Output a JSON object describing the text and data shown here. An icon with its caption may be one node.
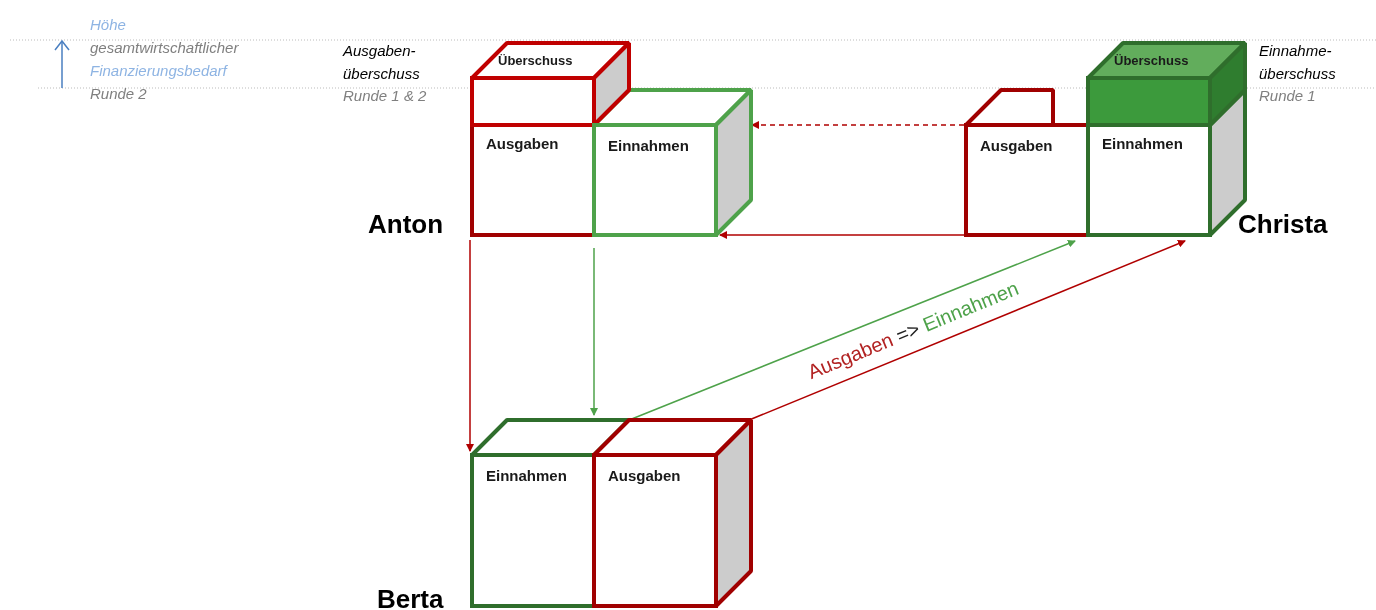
{
  "diagram": {
    "nodes": [
      {
        "text": [
          "Überschuss"
        ]
      },
      {
        "text": [
          "Ausgaben"
        ]
      },
      {
        "text": [
          "Einnahmen"
        ]
      },
      {
        "text": [
          "Ausgaben"
        ]
      },
      {
        "text": [
          "Überschuss"
        ]
      },
      {
        "text": [
          "Einnahmen"
        ]
      },
      {
        "text": [
          "Einnahmen"
        ]
      },
      {
        "text": [
          "Ausgaben"
        ]
      }
    ],
    "edges": [
      {
        "from": 3,
        "to": 2,
        "arrow": "to",
        "style": "dashed"
      },
      {
        "from": 3,
        "to": 2,
        "arrow": "to"
      },
      {
        "from": 1,
        "to": 6,
        "arrow": "to"
      },
      {
        "from": 2,
        "to": 6,
        "arrow": "to",
        "color": "#4ea24a"
      },
      {
        "from": 6,
        "to": 3,
        "arrow": "to",
        "color": "#4ea24a"
      },
      {
        "from": 7,
        "to": 5,
        "arrow": "to",
        "label": "Ausgaben => Einnahmen"
      }
    ],
    "labels": [
      "Höhe",
      "gesamtwirtschaftlicher",
      "Finanzierungsbedarf",
      "Runde 2",
      "Ausgaben- überschuss",
      "Runde 1 & 2",
      "Einnahme- überschuss",
      "Runde 1",
      "Anton",
      "Christa",
      "Berta"
    ]
  }
}
